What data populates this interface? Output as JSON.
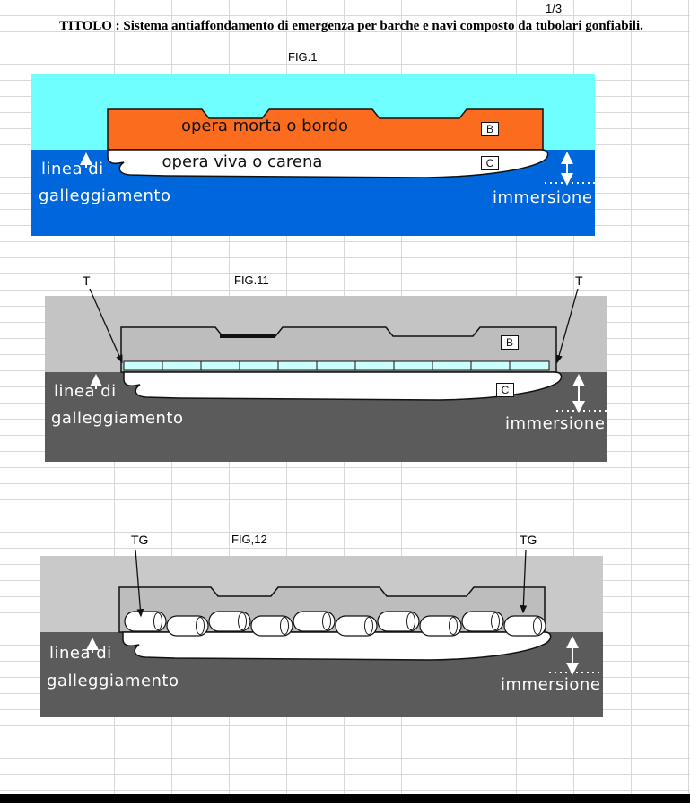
{
  "page": {
    "number": "1/3",
    "title_prefix": "TITOLO :",
    "title": "Sistema antiaffondamento di emergenza per barche e navi composto da tubolari gonfiabili."
  },
  "figures": {
    "fig1": {
      "caption": "FIG.1",
      "deck_label": "opera morta o bordo",
      "hull_label": "opera viva o carena",
      "marker_b": "B",
      "marker_c": "C",
      "waterline_line1": "linea di",
      "waterline_line2": "galleggiamento",
      "immersion_label": "immersione",
      "colors": {
        "sky": "#70FFFF",
        "water": "#0066DB",
        "deck": "#FB6C1F",
        "hull": "#FFFFFF"
      }
    },
    "fig11": {
      "caption": "FIG.11",
      "tube_marker_left": "T",
      "tube_marker_right": "T",
      "marker_b": "B",
      "marker_c": "C",
      "waterline_line1": "linea di",
      "waterline_line2": "galleggiamento",
      "immersion_label": "immersione",
      "colors": {
        "sky": "#C4C4C4",
        "water": "#5B5B5B",
        "hull": "#BDBDBD",
        "deflated_tubes": "#C9FFFF"
      }
    },
    "fig12": {
      "caption": "FIG,12",
      "tube_marker_left": "TG",
      "tube_marker_right": "TG",
      "waterline_line1": "linea di",
      "waterline_line2": "galleggiamento",
      "immersion_label": "immersione",
      "colors": {
        "sky": "#C9C9C9",
        "water": "#5B5B5B",
        "hull": "#BDBDBD",
        "inflated_tubes": "#FFFFFF"
      }
    }
  }
}
